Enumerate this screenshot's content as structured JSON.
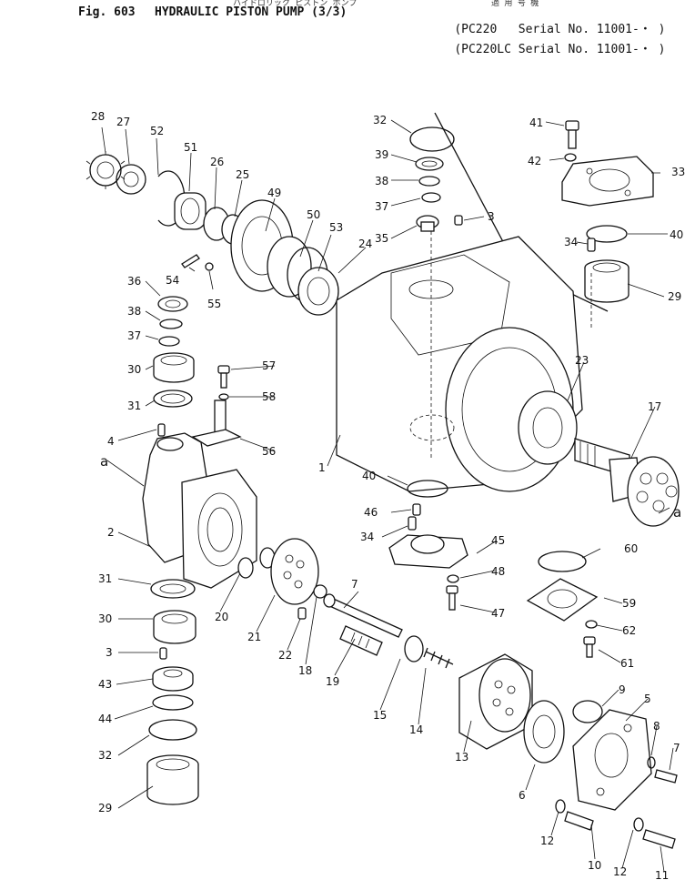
{
  "header": {
    "fig_label": "Fig. 603",
    "title": "HYDRAULIC PISTON PUMP (3/3)",
    "jp_top": "ハイドロリック ピストン ポンプ",
    "jp_right": "適 用 号 機",
    "model_1": "PC220",
    "serial_1": "Serial No. 11001-・",
    "model_2": "PC220LC",
    "serial_2": "Serial No. 11001-・"
  },
  "parts": [
    {
      "id": "p28",
      "label": "28"
    },
    {
      "id": "p27",
      "label": "27"
    },
    {
      "id": "p52",
      "label": "52"
    },
    {
      "id": "p51",
      "label": "51"
    },
    {
      "id": "p26",
      "label": "26"
    },
    {
      "id": "p25",
      "label": "25"
    },
    {
      "id": "p49",
      "label": "49"
    },
    {
      "id": "p50",
      "label": "50"
    },
    {
      "id": "p53",
      "label": "53"
    },
    {
      "id": "p24",
      "label": "24"
    },
    {
      "id": "p54",
      "label": "54"
    },
    {
      "id": "p55",
      "label": "55"
    },
    {
      "id": "p32a",
      "label": "32"
    },
    {
      "id": "p39",
      "label": "39"
    },
    {
      "id": "p38a",
      "label": "38"
    },
    {
      "id": "p37a",
      "label": "37"
    },
    {
      "id": "p3a",
      "label": "3"
    },
    {
      "id": "p35",
      "label": "35"
    },
    {
      "id": "p41",
      "label": "41"
    },
    {
      "id": "p42",
      "label": "42"
    },
    {
      "id": "p33",
      "label": "33"
    },
    {
      "id": "p40a",
      "label": "40"
    },
    {
      "id": "p34a",
      "label": "34"
    },
    {
      "id": "p29a",
      "label": "29"
    },
    {
      "id": "p36",
      "label": "36"
    },
    {
      "id": "p38b",
      "label": "38"
    },
    {
      "id": "p37b",
      "label": "37"
    },
    {
      "id": "p30a",
      "label": "30"
    },
    {
      "id": "p31a",
      "label": "31"
    },
    {
      "id": "p57",
      "label": "57"
    },
    {
      "id": "p58",
      "label": "58"
    },
    {
      "id": "p56",
      "label": "56"
    },
    {
      "id": "p4",
      "label": "4"
    },
    {
      "id": "pa1",
      "label": "a"
    },
    {
      "id": "p2",
      "label": "2"
    },
    {
      "id": "p1",
      "label": "1"
    },
    {
      "id": "p23",
      "label": "23"
    },
    {
      "id": "p17",
      "label": "17"
    },
    {
      "id": "pa2",
      "label": "a"
    },
    {
      "id": "p40b",
      "label": "40"
    },
    {
      "id": "p46",
      "label": "46"
    },
    {
      "id": "p34b",
      "label": "34"
    },
    {
      "id": "p45",
      "label": "45"
    },
    {
      "id": "p48",
      "label": "48"
    },
    {
      "id": "p47",
      "label": "47"
    },
    {
      "id": "p60",
      "label": "60"
    },
    {
      "id": "p59",
      "label": "59"
    },
    {
      "id": "p62",
      "label": "62"
    },
    {
      "id": "p61",
      "label": "61"
    },
    {
      "id": "p31b",
      "label": "31"
    },
    {
      "id": "p30b",
      "label": "30"
    },
    {
      "id": "p20",
      "label": "20"
    },
    {
      "id": "p21",
      "label": "21"
    },
    {
      "id": "p22",
      "label": "22"
    },
    {
      "id": "p18",
      "label": "18"
    },
    {
      "id": "p7a",
      "label": "7"
    },
    {
      "id": "p19",
      "label": "19"
    },
    {
      "id": "p15",
      "label": "15"
    },
    {
      "id": "p14",
      "label": "14"
    },
    {
      "id": "p13",
      "label": "13"
    },
    {
      "id": "p3b",
      "label": "3"
    },
    {
      "id": "p43",
      "label": "43"
    },
    {
      "id": "p44",
      "label": "44"
    },
    {
      "id": "p32b",
      "label": "32"
    },
    {
      "id": "p29b",
      "label": "29"
    },
    {
      "id": "p9",
      "label": "9"
    },
    {
      "id": "p5",
      "label": "5"
    },
    {
      "id": "p8",
      "label": "8"
    },
    {
      "id": "p7b",
      "label": "7"
    },
    {
      "id": "p6",
      "label": "6"
    },
    {
      "id": "p12a",
      "label": "12"
    },
    {
      "id": "p10",
      "label": "10"
    },
    {
      "id": "p12b",
      "label": "12"
    },
    {
      "id": "p11",
      "label": "11"
    }
  ]
}
